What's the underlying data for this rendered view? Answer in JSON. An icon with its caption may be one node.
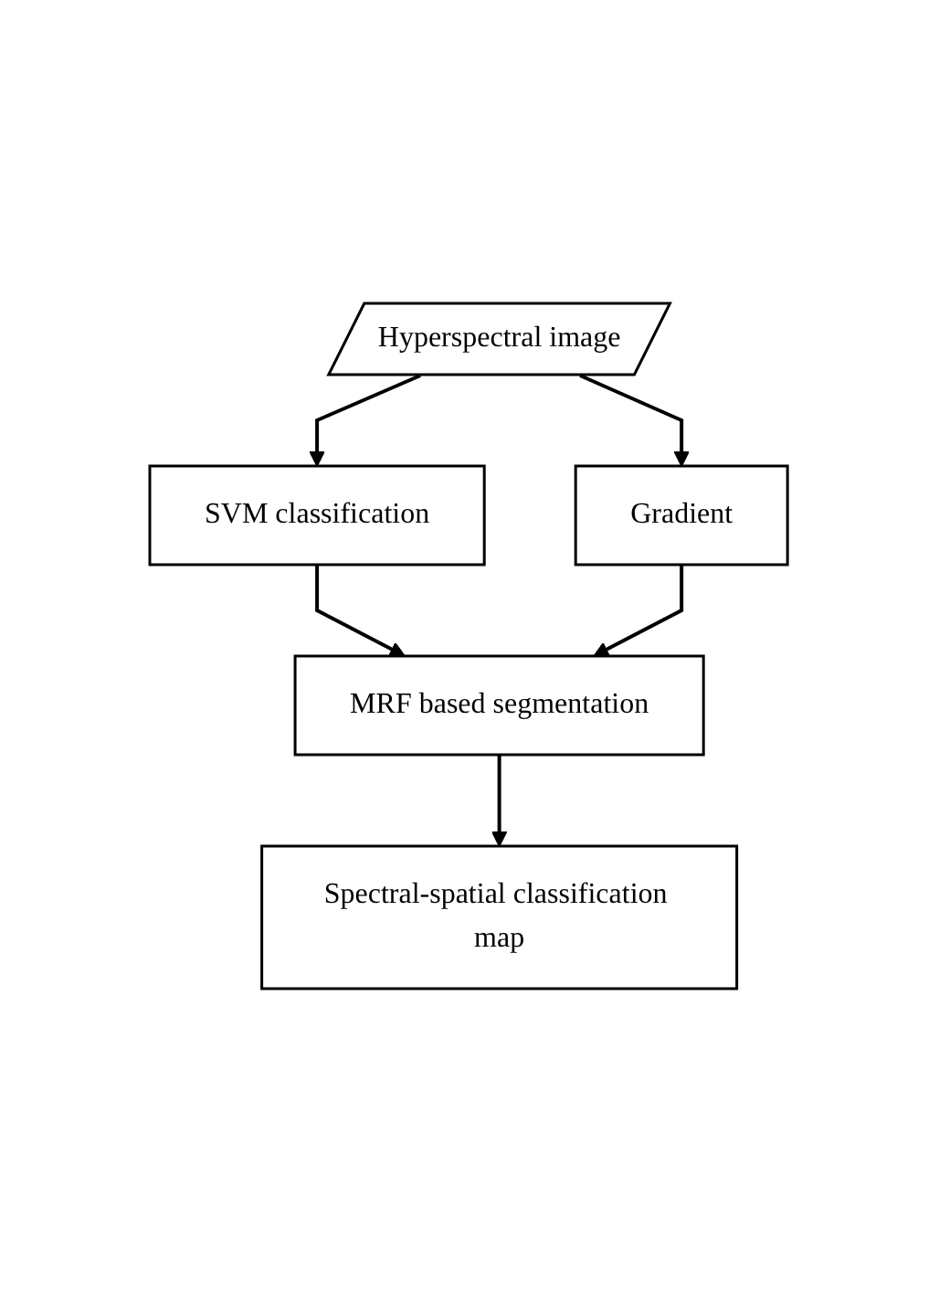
{
  "diagram": {
    "nodes": [
      {
        "text": [
          "Hyperspectral image"
        ]
      },
      {
        "text": [
          "SVM classification"
        ]
      },
      {
        "text": [
          "Gradient"
        ]
      },
      {
        "text": [
          "MRF based segmentation"
        ]
      },
      {
        "text": [
          "Spectral-spatial classification map"
        ]
      }
    ],
    "edges": [
      {
        "from": 0,
        "to": 1,
        "arrow": "to"
      },
      {
        "from": 0,
        "to": 2,
        "arrow": "to"
      },
      {
        "from": 1,
        "to": 3,
        "arrow": "to"
      },
      {
        "from": 2,
        "to": 3,
        "arrow": "to"
      },
      {
        "from": 3,
        "to": 4,
        "arrow": "to"
      }
    ]
  }
}
